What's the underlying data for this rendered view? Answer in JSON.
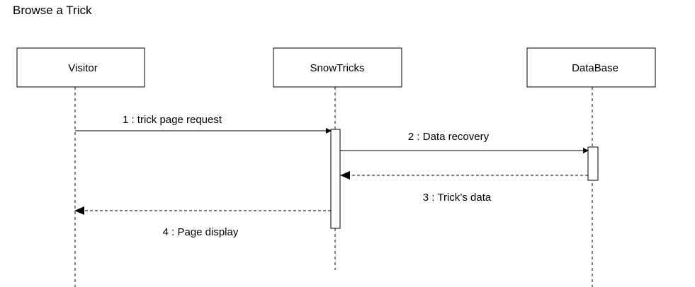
{
  "diagram": {
    "title": "Browse a Trick",
    "actors": [
      {
        "name": "Visitor"
      },
      {
        "name": "SnowTricks"
      },
      {
        "name": "DataBase"
      }
    ],
    "messages": [
      {
        "label": "1 : trick page request",
        "from": "Visitor",
        "to": "SnowTricks",
        "kind": "sync"
      },
      {
        "label": "2 : Data recovery",
        "from": "SnowTricks",
        "to": "DataBase",
        "kind": "sync"
      },
      {
        "label": "3 : Trick’s data",
        "from": "DataBase",
        "to": "SnowTricks",
        "kind": "return"
      },
      {
        "label": "4 : Page display",
        "from": "SnowTricks",
        "to": "Visitor",
        "kind": "return"
      }
    ]
  }
}
